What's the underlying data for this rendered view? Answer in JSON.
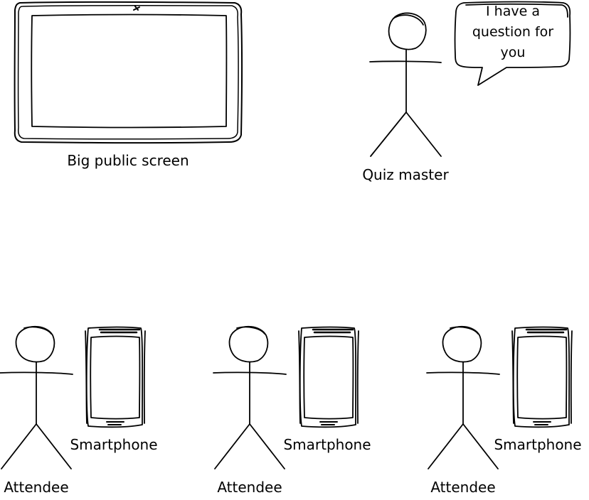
{
  "diagram": {
    "ink_color": "#000000",
    "background_color": "#ffffff",
    "screen": {
      "label": "Big public screen"
    },
    "quiz_master": {
      "label": "Quiz master",
      "speech": "I have a question for you"
    },
    "attendees": [
      {
        "label": "Attendee",
        "device_label": "Smartphone"
      },
      {
        "label": "Attendee",
        "device_label": "Smartphone"
      },
      {
        "label": "Attendee",
        "device_label": "Smartphone"
      }
    ]
  }
}
